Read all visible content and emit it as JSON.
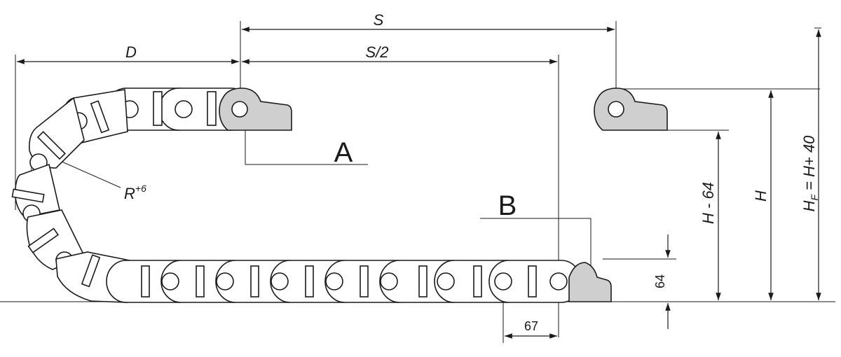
{
  "labels": {
    "s": "S",
    "s_half": "S/2",
    "d": "D",
    "a": "A",
    "b": "B",
    "r_base": "R",
    "r_sup": "+6",
    "h_minus": "H - 64",
    "h": "H",
    "hf_main": "H",
    "hf_sub": "F",
    "hf_rest": " = H+ 40",
    "dim_64": "64",
    "dim_67": "67"
  }
}
